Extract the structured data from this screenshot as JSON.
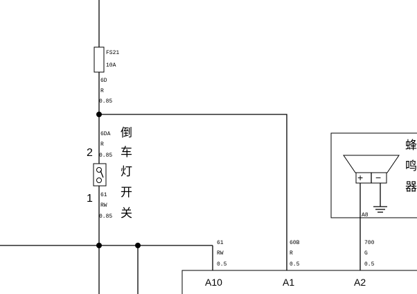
{
  "fuse": {
    "id": "FS21",
    "rating": "10A"
  },
  "wire_6D": {
    "code": "6D",
    "color": "R",
    "size": "0.85"
  },
  "wire_6DA": {
    "code": "6DA",
    "color": "R",
    "size": "0.85"
  },
  "wire_61_switch": {
    "code": "61",
    "color": "RW",
    "size": "0.85"
  },
  "wire_61": {
    "code": "61",
    "color": "RW",
    "size": "0.5"
  },
  "wire_60B": {
    "code": "60B",
    "color": "R",
    "size": "0.5"
  },
  "wire_700": {
    "code": "700",
    "color": "G",
    "size": "0.5"
  },
  "switch": {
    "name_chars": [
      "倒",
      "车",
      "灯",
      "开",
      "关"
    ],
    "pin_top": "2",
    "pin_bottom": "1"
  },
  "buzzer": {
    "name_chars": [
      "蜂",
      "鸣",
      "器"
    ],
    "plus": "+",
    "minus": "−",
    "pin": "A8"
  },
  "connector": {
    "pins": [
      "A10",
      "A1",
      "A2"
    ]
  }
}
